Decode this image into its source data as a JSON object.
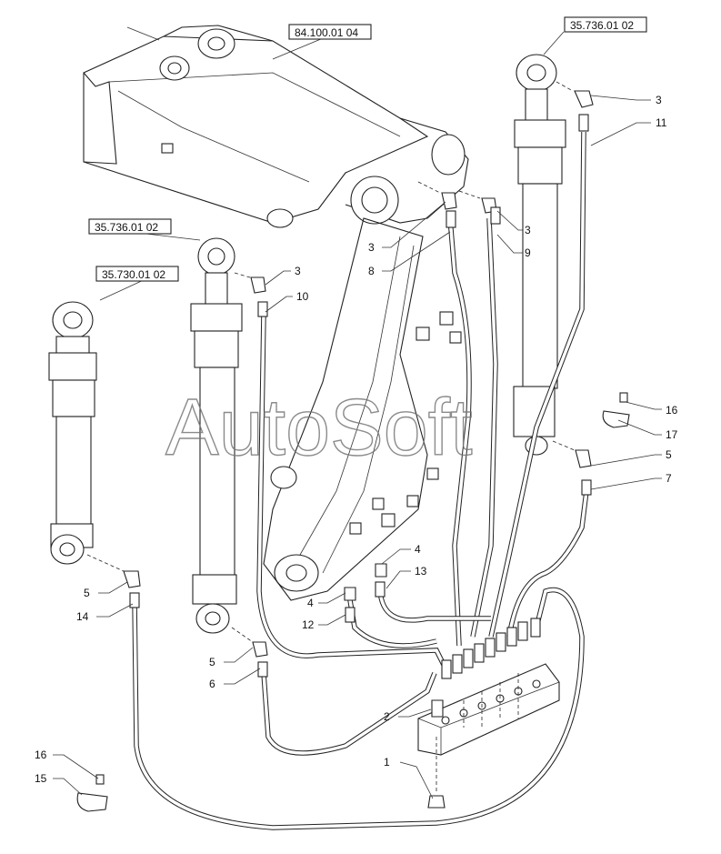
{
  "watermark": "AutoSoft",
  "references": [
    {
      "id": "ref-boom",
      "text": "84.100.01 04"
    },
    {
      "id": "ref-cyl-right",
      "text": "35.736.01 02"
    },
    {
      "id": "ref-cyl-mid",
      "text": "35.736.01 02"
    },
    {
      "id": "ref-cyl-left",
      "text": "35.730.01 02"
    }
  ],
  "callouts": [
    {
      "text": "3"
    },
    {
      "text": "11"
    },
    {
      "text": "3"
    },
    {
      "text": "9"
    },
    {
      "text": "3"
    },
    {
      "text": "8"
    },
    {
      "text": "3"
    },
    {
      "text": "10"
    },
    {
      "text": "16"
    },
    {
      "text": "17"
    },
    {
      "text": "5"
    },
    {
      "text": "7"
    },
    {
      "text": "4"
    },
    {
      "text": "13"
    },
    {
      "text": "4"
    },
    {
      "text": "12"
    },
    {
      "text": "5"
    },
    {
      "text": "14"
    },
    {
      "text": "5"
    },
    {
      "text": "6"
    },
    {
      "text": "2"
    },
    {
      "text": "1"
    },
    {
      "text": "16"
    },
    {
      "text": "15"
    }
  ]
}
